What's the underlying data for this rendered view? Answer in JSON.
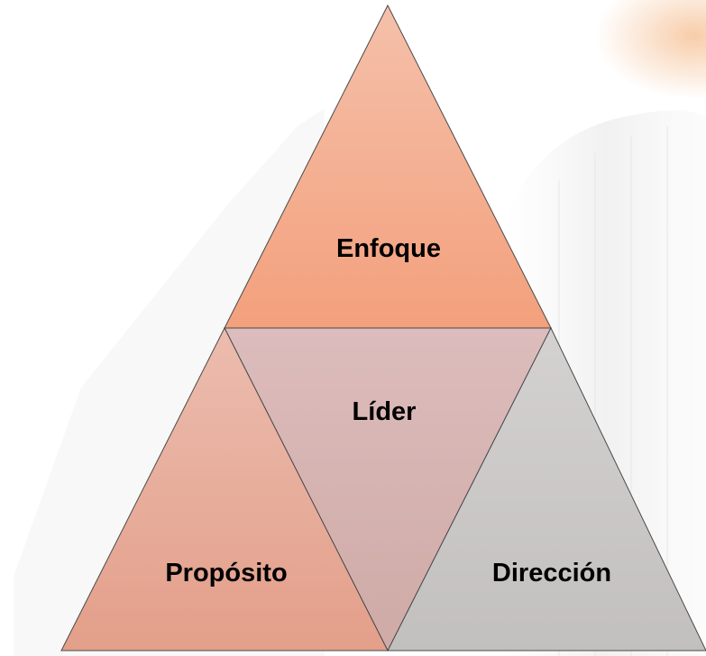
{
  "diagram": {
    "top_label": "Enfoque",
    "center_label": "Líder",
    "left_label": "Propósito",
    "right_label": "Dirección"
  },
  "colors": {
    "top_gradient_start": "#f5c0aa",
    "top_gradient_end": "#f3a07c",
    "center_fill": "#d8b0ac",
    "left_gradient_start": "#ecbcae",
    "left_gradient_end": "#e39f8a",
    "right_fill": "#c9c6c6",
    "outline": "#4a4a4a",
    "watermark_accent": "#f7c7a0"
  }
}
